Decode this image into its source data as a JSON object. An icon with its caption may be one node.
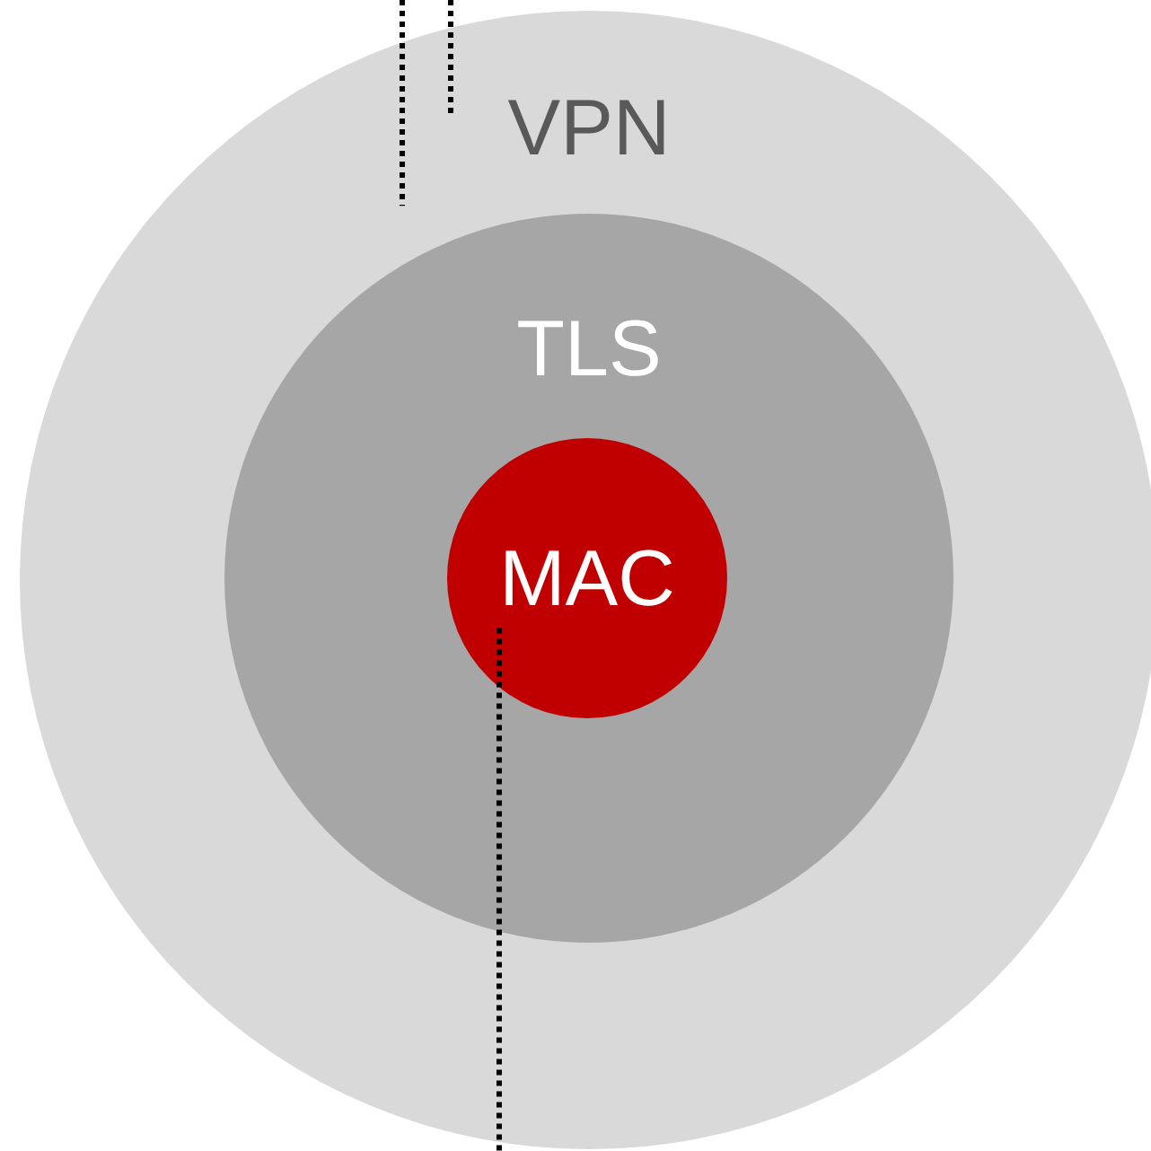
{
  "diagram": {
    "nodes": [
      {
        "text": [
          "VPN"
        ]
      },
      {
        "text": [
          "TLS"
        ],
        "in": 0
      },
      {
        "text": [
          "MAC"
        ],
        "in": 1
      }
    ],
    "edges": [
      {
        "from": null,
        "to": 1,
        "arrow": "none",
        "style": "dashed"
      },
      {
        "from": null,
        "to": 0,
        "arrow": "none",
        "style": "dashed"
      },
      {
        "from": 2,
        "to": null,
        "arrow": "none",
        "style": "dashed"
      }
    ]
  }
}
